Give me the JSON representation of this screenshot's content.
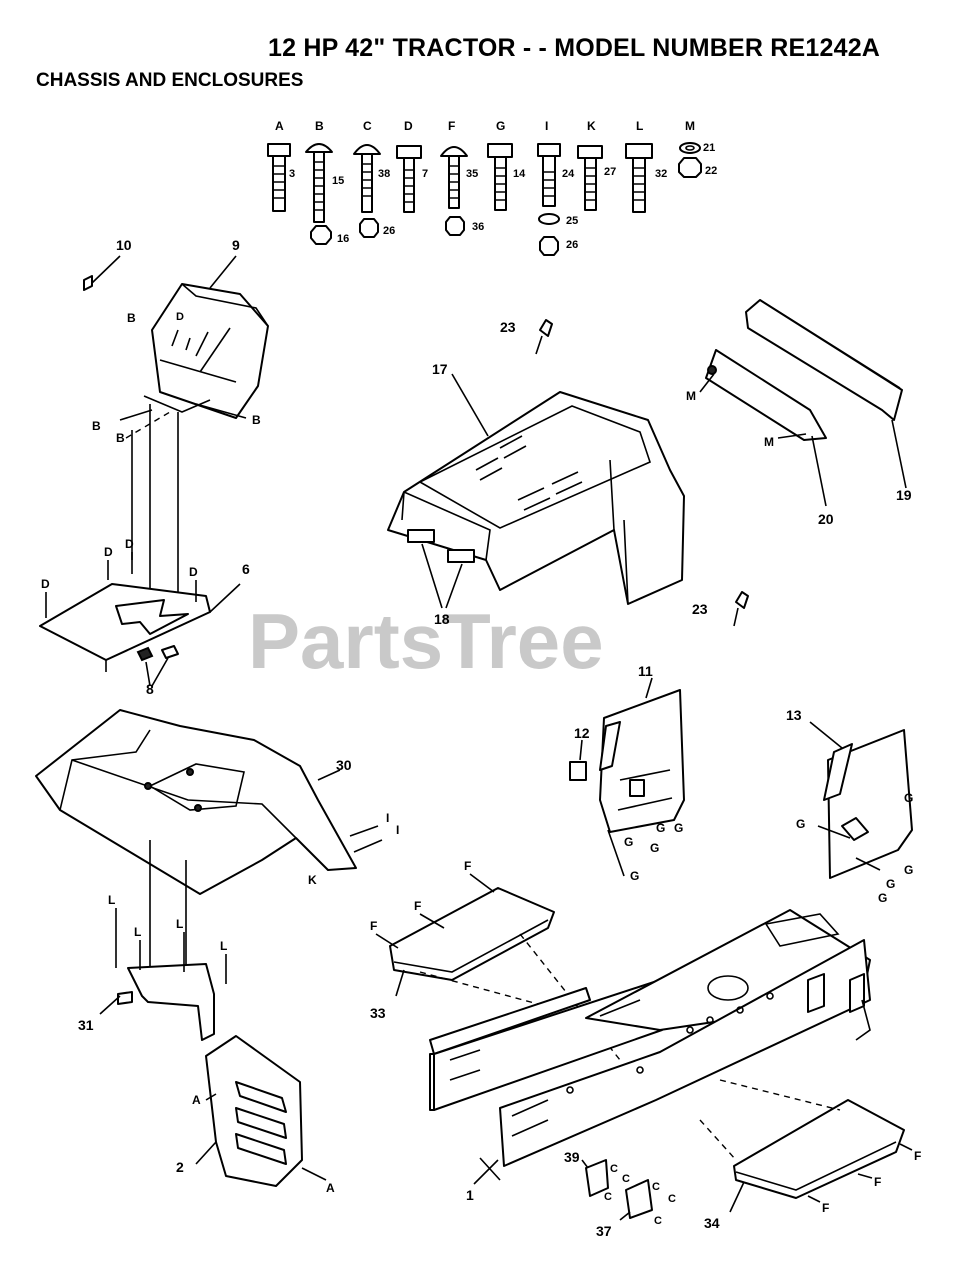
{
  "header": {
    "title": "12 HP 42\"  TRACTOR - - MODEL NUMBER RE1242A",
    "subtitle": "CHASSIS AND ENCLOSURES"
  },
  "watermark": "PartsTree",
  "hardware": {
    "letters": [
      "A",
      "B",
      "C",
      "D",
      "F",
      "G",
      "I",
      "K",
      "L",
      "M"
    ],
    "bolt_numbers": [
      "3",
      "15",
      "38",
      "7",
      "35",
      "14",
      "24",
      "27",
      "32",
      "21",
      "22"
    ],
    "nut_numbers": [
      "16",
      "26",
      "36",
      "25",
      "26"
    ]
  },
  "callouts": {
    "n1": "1",
    "n2": "2",
    "n6": "6",
    "n8": "8",
    "n9": "9",
    "n10": "10",
    "n11": "11",
    "n12": "12",
    "n13": "13",
    "n17": "17",
    "n18": "18",
    "n19": "19",
    "n20": "20",
    "n23a": "23",
    "n23b": "23",
    "n30": "30",
    "n31": "31",
    "n33": "33",
    "n34": "34",
    "n37": "37",
    "n39": "39"
  },
  "refs": {
    "A": "A",
    "B": "B",
    "C": "C",
    "D": "D",
    "F": "F",
    "G": "G",
    "I": "I",
    "K": "K",
    "L": "L",
    "M": "M"
  }
}
